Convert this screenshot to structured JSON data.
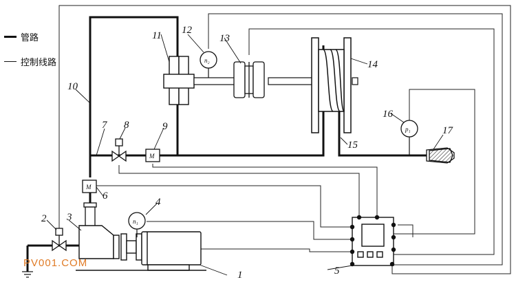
{
  "legend": {
    "pipe_label": "管路",
    "control_label": "控制线路"
  },
  "watermark": "PV001.COM",
  "labels": {
    "n1": "1",
    "n2": "2",
    "n3": "3",
    "n4": "4",
    "n5": "5",
    "n6": "6",
    "n7": "7",
    "n8": "8",
    "n9": "9",
    "n10": "10",
    "n11": "11",
    "n12": "12",
    "n13": "13",
    "n14": "14",
    "n15": "15",
    "n16": "16",
    "n17": "17"
  },
  "gauges": {
    "g4": "n₁",
    "g12": "n₂",
    "g16": "p₁"
  },
  "valve_letters": {
    "m6": "M",
    "m9": "M"
  },
  "colors": {
    "line": "#111111",
    "watermark": "#e07b26"
  }
}
